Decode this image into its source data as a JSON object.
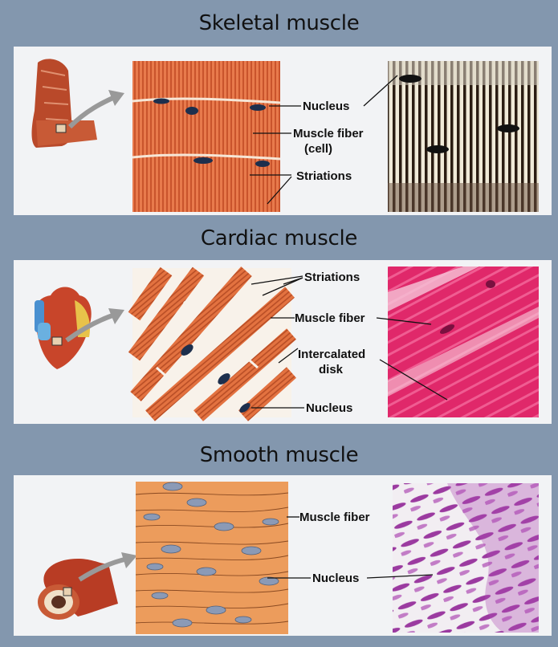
{
  "sections": [
    {
      "title": "Skeletal muscle",
      "labels": [
        "Nucleus",
        "Muscle fiber",
        "(cell)",
        "Striations"
      ]
    },
    {
      "title": "Cardiac muscle",
      "labels": [
        "Striations",
        "Muscle fiber",
        "Intercalated",
        "disk",
        "Nucleus"
      ]
    },
    {
      "title": "Smooth muscle",
      "labels": [
        "Muscle fiber",
        "Nucleus"
      ]
    }
  ]
}
